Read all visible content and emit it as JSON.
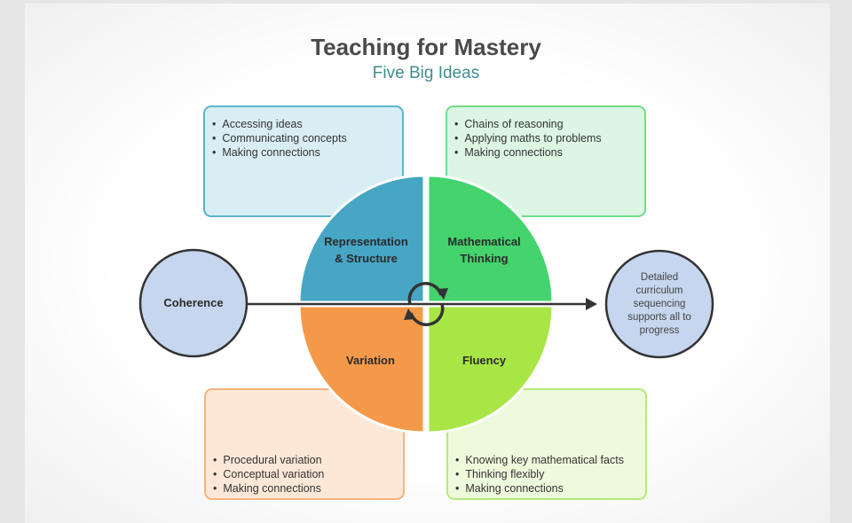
{
  "title": "Teaching for Mastery",
  "subtitle": "Five Big Ideas",
  "quadrants": [
    {
      "label1": "Representation",
      "label2": "& Structure",
      "color": "#46a6c4",
      "bullets": [
        "Accessing ideas",
        "Communicating concepts",
        "Making connections"
      ]
    },
    {
      "label1": "Mathematical",
      "label2": "Thinking",
      "color": "#45d36e",
      "bullets": [
        "Chains of reasoning",
        "Applying maths to problems",
        "Making connections"
      ]
    },
    {
      "label1": "Variation",
      "color": "#f4994a",
      "bullets": [
        "Procedural variation",
        "Conceptual variation",
        "Making connections"
      ]
    },
    {
      "label1": "Fluency",
      "color": "#a8e646",
      "bullets": [
        "Knowing key mathematical facts",
        "Thinking flexibly",
        "Making connections"
      ]
    }
  ],
  "coherence": "Coherence",
  "outcome": [
    "Detailed",
    "curriculum",
    "sequencing",
    "supports all to",
    "progress"
  ]
}
